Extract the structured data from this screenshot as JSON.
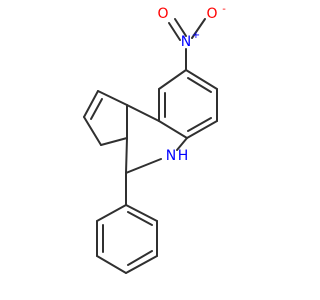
{
  "molecule": {
    "atoms": {
      "nitro_n": {
        "symbol": "N",
        "charge": "+",
        "color": "#0000FF"
      },
      "nitro_o_left": {
        "symbol": "O",
        "charge": "",
        "color": "#FF0000"
      },
      "nitro_o_right": {
        "symbol": "O",
        "charge": "-",
        "color": "#FF0000"
      },
      "amine_n": {
        "symbol": "N",
        "color": "#0000FF"
      },
      "amine_h": {
        "symbol": "H",
        "color": "#0000FF"
      }
    },
    "bond_color": "#303030"
  }
}
